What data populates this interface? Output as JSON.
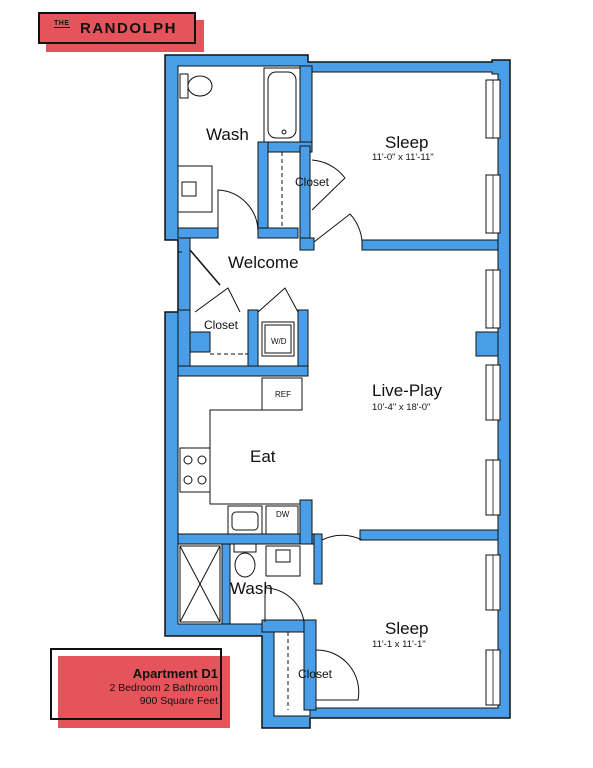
{
  "brand": {
    "prefix": "THE",
    "name": "RANDOLPH"
  },
  "apartment": {
    "title": "Apartment D1",
    "bedrooms_baths": "2 Bedroom 2 Bathroom",
    "area": "900 Square Feet"
  },
  "rooms": {
    "wash_top": "Wash",
    "sleep_top": {
      "name": "Sleep",
      "dims": "11'-0\"  x  11'-11\""
    },
    "closet_top": "Closet",
    "welcome": "Welcome",
    "closet_mid": "Closet",
    "wd": "W/D",
    "ref": "REF",
    "live_play": {
      "name": "Live-Play",
      "dims": "10'-4\"  x  18'-0\""
    },
    "eat": "Eat",
    "dw": "DW",
    "wash_bottom": "Wash",
    "sleep_bottom": {
      "name": "Sleep",
      "dims": "11'-1  x  11'-1\""
    },
    "closet_bottom": "Closet"
  },
  "colors": {
    "wall": "#4a9ee8",
    "outline": "#111111",
    "accent": "#e4545a"
  }
}
